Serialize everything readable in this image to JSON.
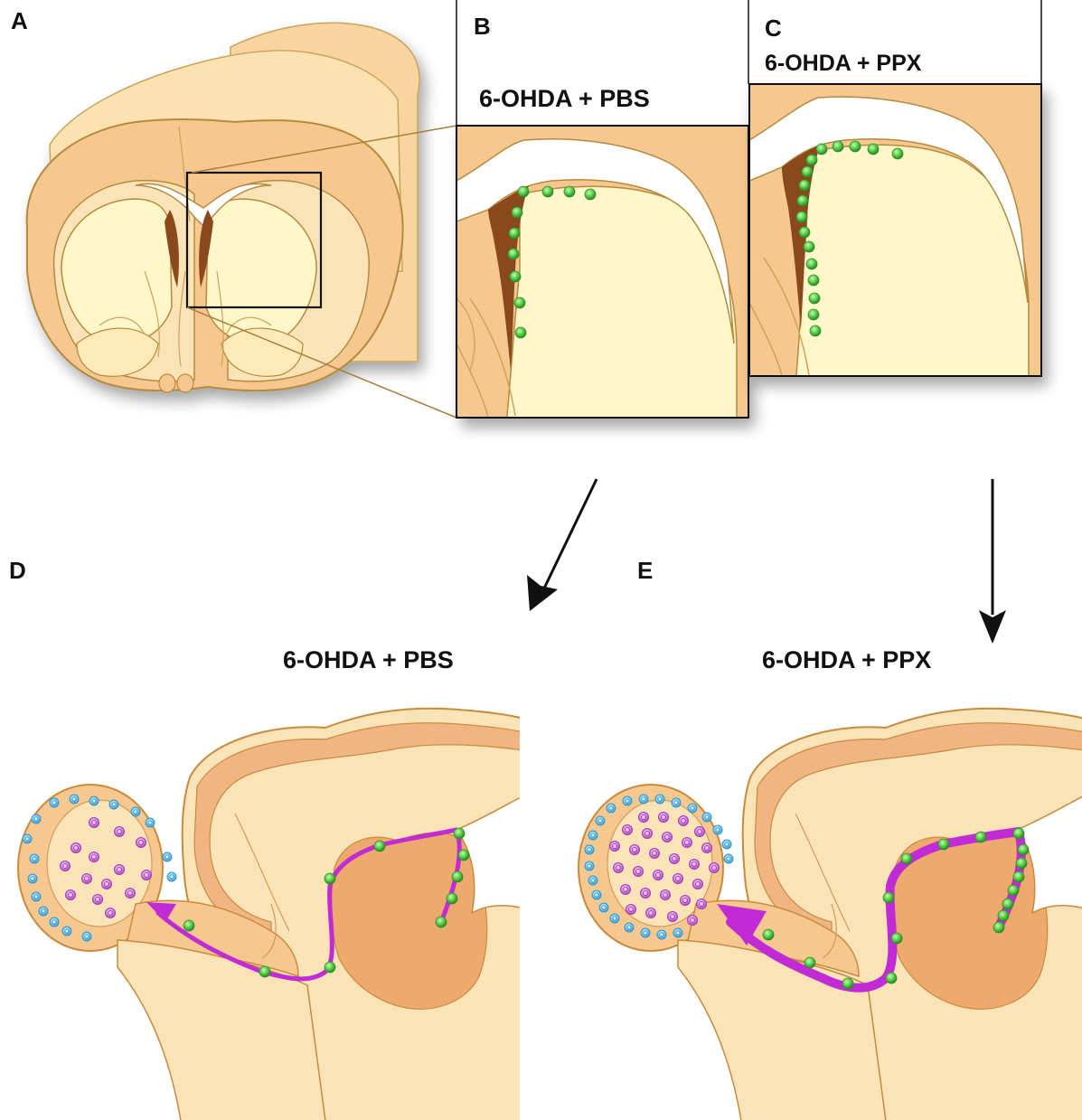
{
  "panels": {
    "a": {
      "label": "A"
    },
    "b": {
      "label": "B",
      "title": "6-OHDA + PBS"
    },
    "c": {
      "label": "C",
      "title": "6-OHDA + PPX"
    },
    "d": {
      "label": "D",
      "title": "6-OHDA + PBS"
    },
    "e": {
      "label": "E",
      "title": "6-OHDA + PPX"
    }
  },
  "colors": {
    "tissue_outer": "#f6c88f",
    "tissue_light": "#fbe3b8",
    "striatum": "#fff6c9",
    "tissue_dark": "#eea96c",
    "outline": "#b58a3c",
    "ventricle_dark": "#8a4a1a",
    "proliferating_cell_green": "#5cd14a",
    "migration_path_magenta": "#c02bd6",
    "olfactory_cell_blue": "#3aa7d8",
    "olfactory_cell_pink": "#b54fc4",
    "arrow": "#111111"
  }
}
